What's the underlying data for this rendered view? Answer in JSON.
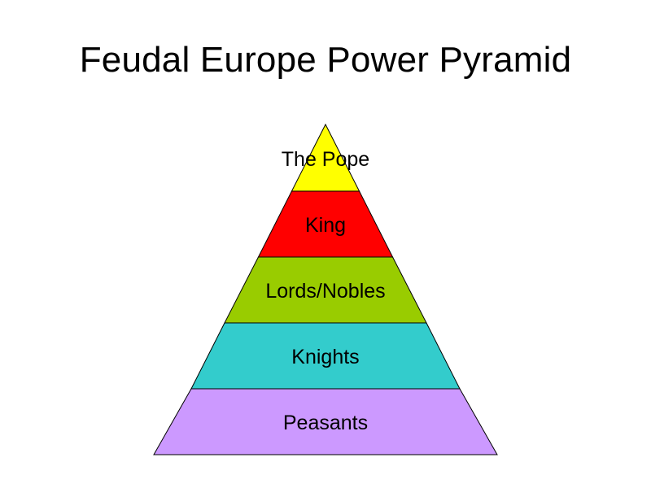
{
  "title": "Feudal Europe Power Pyramid",
  "tiers": [
    {
      "label": "The Pope",
      "color": "#ffff00"
    },
    {
      "label": "King",
      "color": "#ff0000"
    },
    {
      "label": "Lords/Nobles",
      "color": "#99cc00"
    },
    {
      "label": "Knights",
      "color": "#33cccc"
    },
    {
      "label": "Peasants",
      "color": "#cc99ff"
    }
  ],
  "outline_color": "#000000"
}
